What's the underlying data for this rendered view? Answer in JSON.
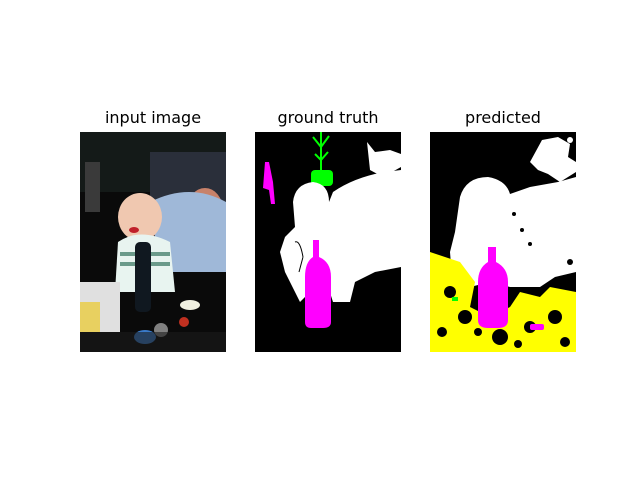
{
  "figure": {
    "panels": [
      {
        "title": "input image",
        "kind": "photo"
      },
      {
        "title": "ground truth",
        "kind": "segmentation-mask"
      },
      {
        "title": "predicted",
        "kind": "segmentation-mask"
      }
    ],
    "mask_colors": {
      "background": "#000000",
      "person": "#ffffff",
      "bottle": "#ff00ff",
      "plant": "#00ff00",
      "other": "#ffff00"
    }
  }
}
